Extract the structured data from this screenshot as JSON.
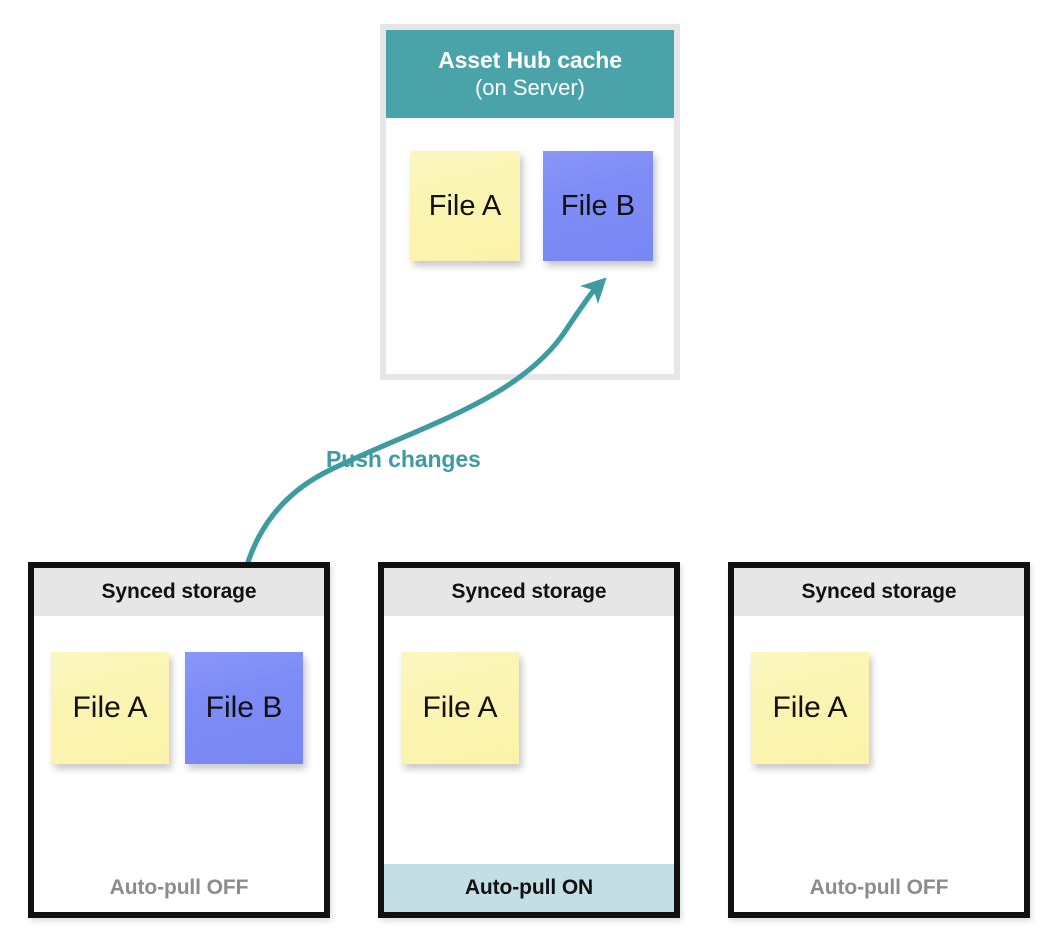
{
  "hub": {
    "title": "Asset Hub cache",
    "subtitle": "(on Server)",
    "notes": [
      {
        "label": "File A",
        "color": "yellow"
      },
      {
        "label": "File B",
        "color": "blue"
      }
    ]
  },
  "flow": {
    "push_label": "Push changes",
    "arrow_color": "#3f9ba2"
  },
  "stores": [
    {
      "header": "Synced storage",
      "notes": [
        {
          "label": "File A",
          "color": "yellow"
        },
        {
          "label": "File B",
          "color": "blue"
        }
      ],
      "footer": "Auto-pull OFF",
      "auto_pull": "OFF"
    },
    {
      "header": "Synced storage",
      "notes": [
        {
          "label": "File A",
          "color": "yellow"
        }
      ],
      "footer": "Auto-pull ON",
      "auto_pull": "ON"
    },
    {
      "header": "Synced storage",
      "notes": [
        {
          "label": "File A",
          "color": "yellow"
        }
      ],
      "footer": "Auto-pull OFF",
      "auto_pull": "OFF"
    }
  ],
  "colors": {
    "teal_header": "#4aa3a8",
    "teal_accent": "#3f9ba2",
    "teal_light": "#c3dee4",
    "note_yellow": "#fbf5b4",
    "note_blue": "#7e8cf6",
    "gray_band": "#e6e6e6",
    "gray_text": "#8c8c8c",
    "border_black": "#111111",
    "hub_border": "#e6e6e6"
  }
}
